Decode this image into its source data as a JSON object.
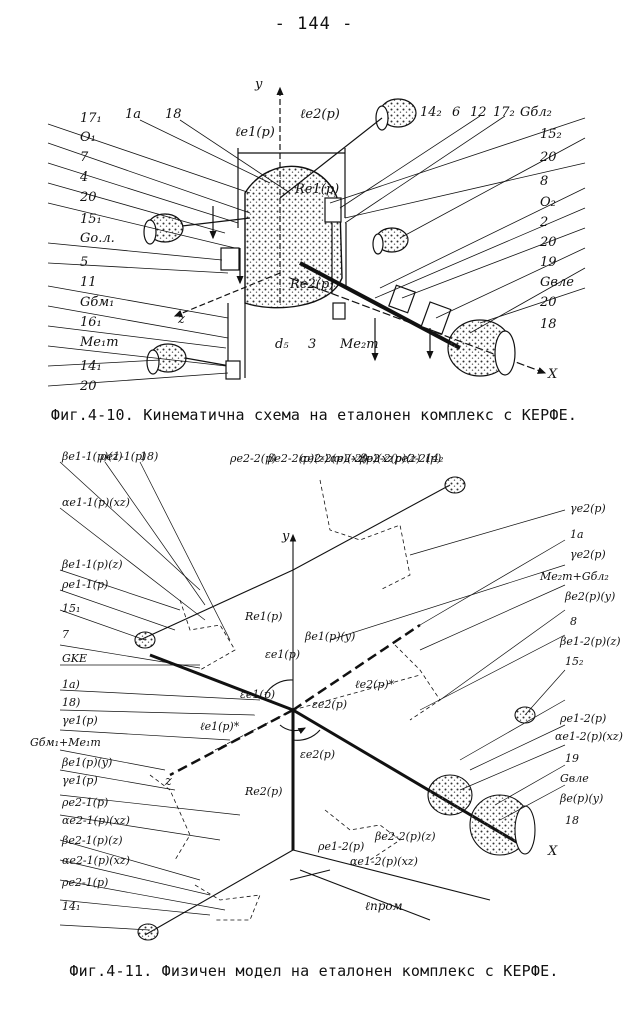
{
  "page": {
    "number": "- 144 -"
  },
  "figure1": {
    "caption": "Фиг.4-10. Кинематична схема на еталонен комплекс с КЕРФЕ.",
    "labels": {
      "l_e1": "ℓe1(p)",
      "l_e2": "ℓe2(p)",
      "y_axis": "y",
      "z_axis": "z",
      "x_axis": "X",
      "n17_1": "17₁",
      "n1a": "1a",
      "n18": "18",
      "O1": "O₁",
      "n7": "7",
      "n4": "4",
      "n20a": "20",
      "n15_1": "15₁",
      "Gal": "Gо.л.",
      "n5": "5",
      "n11": "11",
      "Gbm1": "Gбм₁",
      "n16_1": "16₁",
      "Me1T": "Me₁т",
      "n14_1": "14₁",
      "n20b": "20",
      "n14_2": "14₂",
      "n6": "6",
      "n12": "12",
      "n17_2": "17₂",
      "Gbl2": "Gбл₂",
      "n15_2": "15₂",
      "n20c": "20",
      "n8": "8",
      "O2": "O₂",
      "n2": "2",
      "n20d": "20",
      "n19": "19",
      "Gvle": "Gвле",
      "n20e": "20",
      "n18b": "18",
      "d5": "d₅",
      "n3": "3",
      "Me2": "Me₂т",
      "Re1": "Re1(p)",
      "Re2": "Re2(p)"
    }
  },
  "figure2": {
    "caption": "Фиг.4-11. Физичен модел на еталонен комплекс с КЕРФЕ.",
    "labels": {
      "b_e11z": "βe1-1(p)(z)",
      "p_e11": "ρe1-1(p)",
      "n18": "18)",
      "a_e11xz": "αe1-1(p)(xz)",
      "b_e11zb": "βe1-1(p)(z)",
      "p_e11b": "ρe1-1(p)",
      "n15_1": "15₁",
      "n7": "7",
      "Gke": "GKE",
      "n1a": "1a)",
      "n18b": "18)",
      "ye1": "γe1(p)",
      "GbmMe": "Gбм₁+Me₁т",
      "be1y": "βe1(p)(y)",
      "ye1b": "γe1(p)",
      "pe21": "ρe2-1(p)",
      "ae21xz": "αe2-1(p)(xz)",
      "be21z": "βe2-1(p)(z)",
      "ae21xzb": "αe2-1(p)(xz)",
      "pe21b": "ρe2-1(p)",
      "n14_1": "14₁",
      "pe22": "ρe2-2(p)",
      "be22z": "βe2-2(p)(z)",
      "ae22xz": "αe2-2(p)(xz)",
      "ae22xzb": "αe2-2(p)(xz)",
      "be22zb": "βe2-2(p)(z)",
      "pe22b": "ρe2-2(p)",
      "n14_2": "14₂",
      "ye2": "γe2(p)",
      "n1a_r": "1a",
      "ye2b": "γe2(p)",
      "Me2G": "Me₂т+Gбл₂",
      "be2y": "βe2(p)(y)",
      "n8": "8",
      "be12z": "βe1-2(p)(z)",
      "n15_2": "15₂",
      "pe12": "ρe1-2(p)",
      "ae12xz": "αe1-2(p)(xz)",
      "n19": "19",
      "Gvle": "Gвле",
      "bey": "βe(p)(y)",
      "n18r": "18",
      "y": "y",
      "z": "z",
      "x": "X",
      "Re1": "Re1(p)",
      "Re2": "Re2(p)",
      "ee1": "εe1(p)",
      "ee1b": "εe1(p)",
      "ee2": "εe2(p)",
      "ee2b": "εe2(p)",
      "bey_c": "βe1(p)(y)",
      "le1": "ℓe1(p)*",
      "le2": "ℓe2(p)*",
      "pe12b": "ρe1-2(p)",
      "be22zc": "βe2-2(p)(z)",
      "ae12xzc": "αe1-2(p)(xz)",
      "lprom": "ℓпром"
    }
  }
}
